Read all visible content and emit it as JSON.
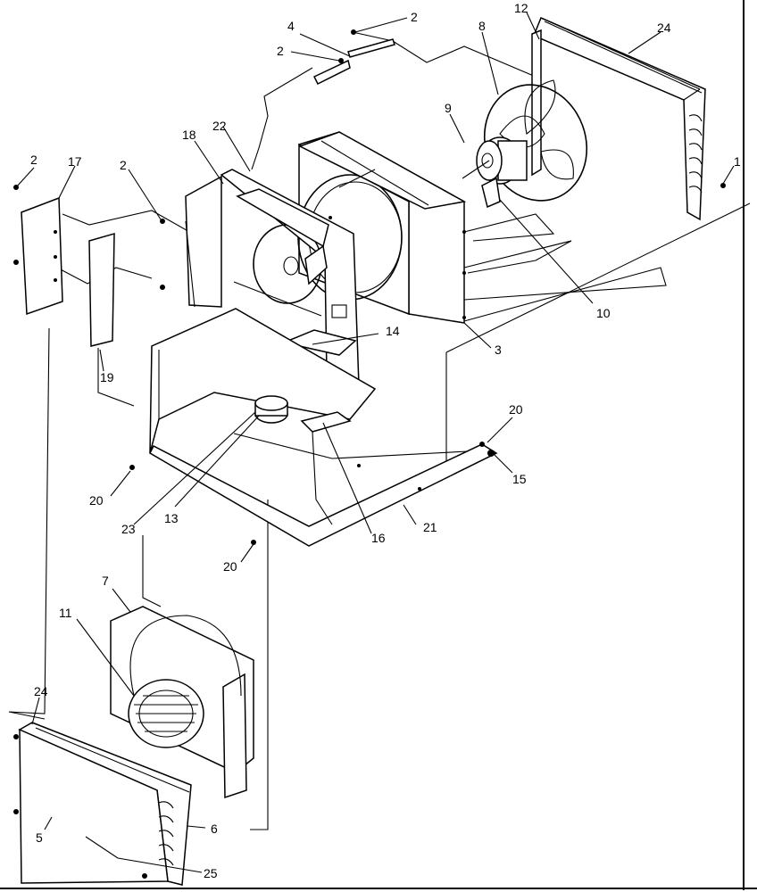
{
  "diagram": {
    "callouts": [
      {
        "label": "1"
      },
      {
        "label": "2"
      },
      {
        "label": "2"
      },
      {
        "label": "2"
      },
      {
        "label": "2"
      },
      {
        "label": "3"
      },
      {
        "label": "4"
      },
      {
        "label": "5"
      },
      {
        "label": "6"
      },
      {
        "label": "7"
      },
      {
        "label": "8"
      },
      {
        "label": "9"
      },
      {
        "label": "10"
      },
      {
        "label": "11"
      },
      {
        "label": "12"
      },
      {
        "label": "13"
      },
      {
        "label": "14"
      },
      {
        "label": "15"
      },
      {
        "label": "16"
      },
      {
        "label": "17"
      },
      {
        "label": "18"
      },
      {
        "label": "19"
      },
      {
        "label": "20"
      },
      {
        "label": "20"
      },
      {
        "label": "20"
      },
      {
        "label": "21"
      },
      {
        "label": "22"
      },
      {
        "label": "23"
      },
      {
        "label": "24"
      },
      {
        "label": "24"
      },
      {
        "label": "25"
      }
    ]
  }
}
